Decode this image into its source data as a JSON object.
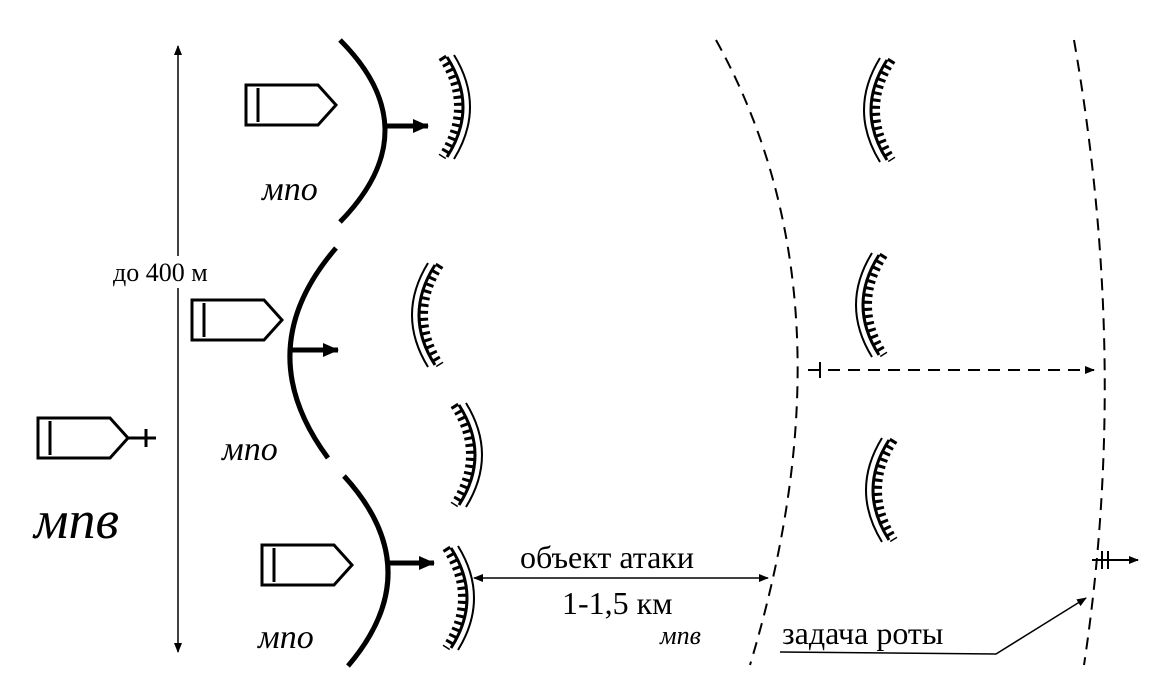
{
  "labels": {
    "distance": "до 400 м",
    "platoon_top": "мпо",
    "platoon_middle": "мпо",
    "platoon_bottom": "мпо",
    "company_big": "мпв",
    "company_small": "мпв",
    "attack_object": "объект атаки",
    "attack_range": "1-1,5 км",
    "company_task": "задача роты"
  }
}
